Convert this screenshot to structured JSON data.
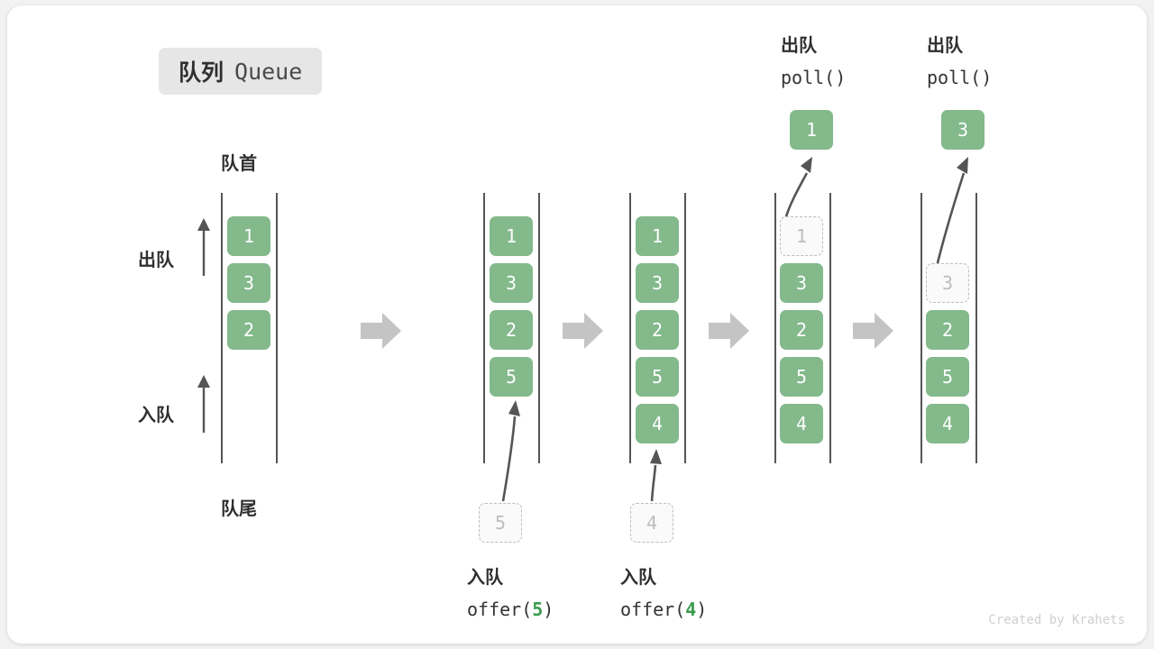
{
  "title": {
    "cn": "队列",
    "en": "Queue"
  },
  "labels": {
    "front": "队首",
    "rear": "队尾",
    "dequeue": "出队",
    "enqueue": "入队"
  },
  "panels": [
    {
      "name": "initial",
      "items": [
        "1",
        "3",
        "2"
      ],
      "ghost": null,
      "popped": null,
      "caption_cn": null,
      "caption_code": null
    },
    {
      "name": "after-offer-5",
      "items": [
        "1",
        "3",
        "2",
        "5"
      ],
      "ghost": "5",
      "popped": null,
      "caption_cn": "入队",
      "caption_code_pre": "offer(",
      "caption_code_num": "5",
      "caption_code_post": ")"
    },
    {
      "name": "after-offer-4",
      "items": [
        "1",
        "3",
        "2",
        "5",
        "4"
      ],
      "ghost": "4",
      "popped": null,
      "caption_cn": "入队",
      "caption_code_pre": "offer(",
      "caption_code_num": "4",
      "caption_code_post": ")"
    },
    {
      "name": "after-poll-1",
      "items": [
        "3",
        "2",
        "5",
        "4"
      ],
      "ghost": "1",
      "popped": "1",
      "caption_cn": "出队",
      "caption_code_pre": "poll(",
      "caption_code_num": "",
      "caption_code_post": ")"
    },
    {
      "name": "after-poll-3",
      "items": [
        "2",
        "5",
        "4"
      ],
      "ghost": "3",
      "popped": "3",
      "caption_cn": "出队",
      "caption_code_pre": "poll(",
      "caption_code_num": "",
      "caption_code_post": ")"
    }
  ],
  "footer": "Created by Krahets",
  "colors": {
    "box_green": "#83b98b",
    "ghost_border": "#bdbdbd",
    "arrow_gray": "#c4c4c4",
    "rail": "#555555",
    "badge_bg": "#e6e6e6",
    "accent_num": "#3a9b4e"
  }
}
